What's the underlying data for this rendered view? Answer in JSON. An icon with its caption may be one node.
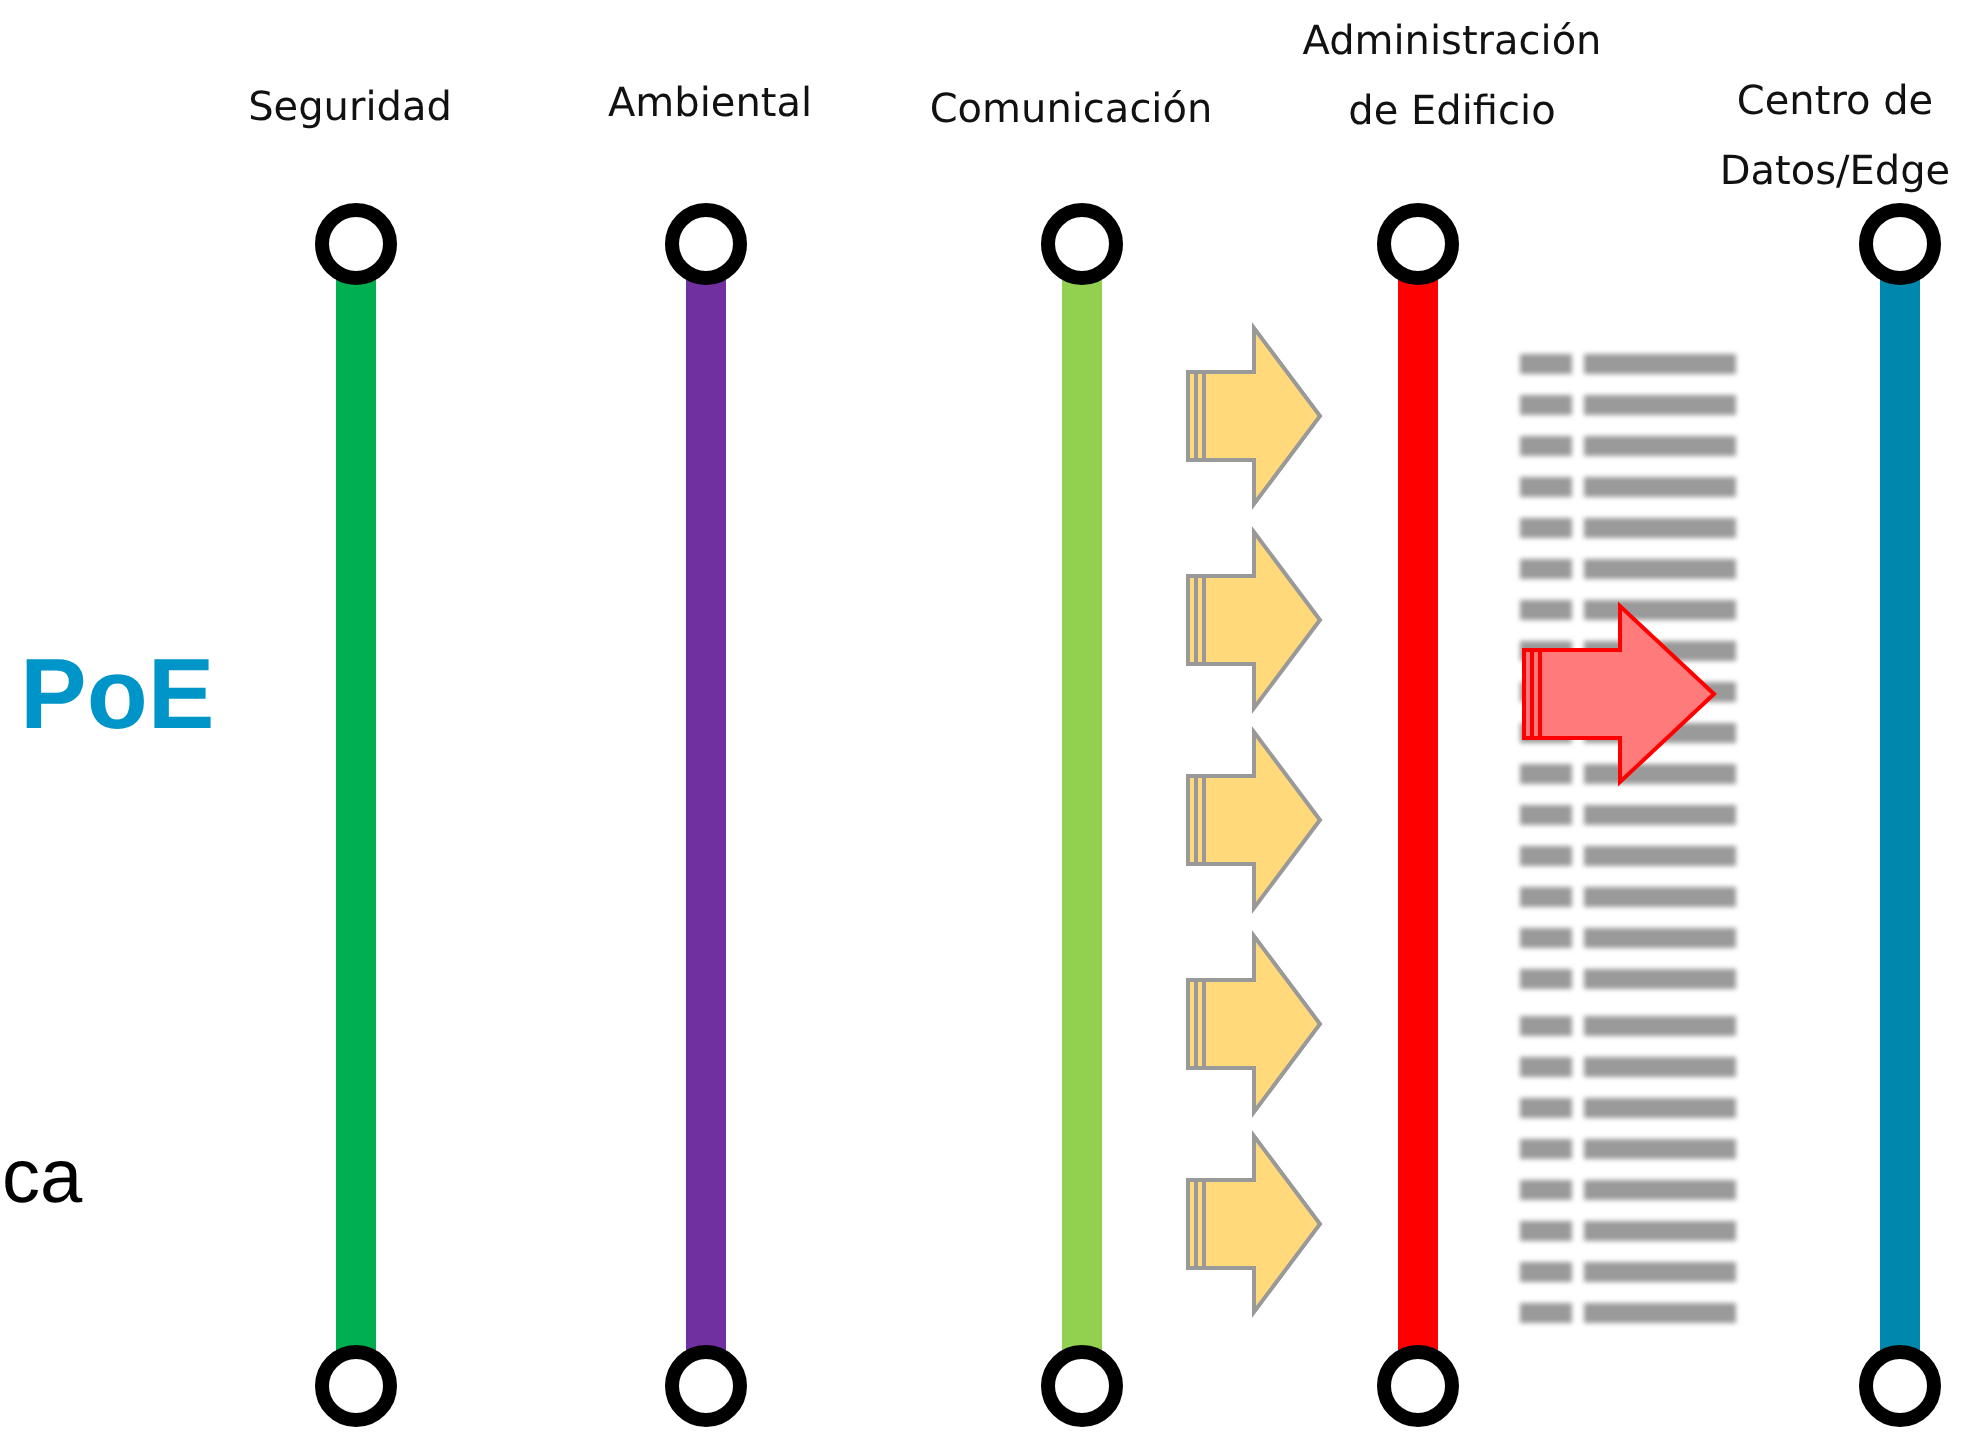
{
  "diagram": {
    "nodes": [
      {
        "text": [
          "Seguridad"
        ]
      },
      {
        "text": [
          "Ambiental"
        ]
      },
      {
        "text": [
          "Comunicación"
        ]
      },
      {
        "text": [
          "Administración de Edificio"
        ]
      },
      {
        "text": [
          "Centro de Datos/Edge"
        ]
      }
    ],
    "labels": [
      "PoE",
      "ca"
    ]
  }
}
